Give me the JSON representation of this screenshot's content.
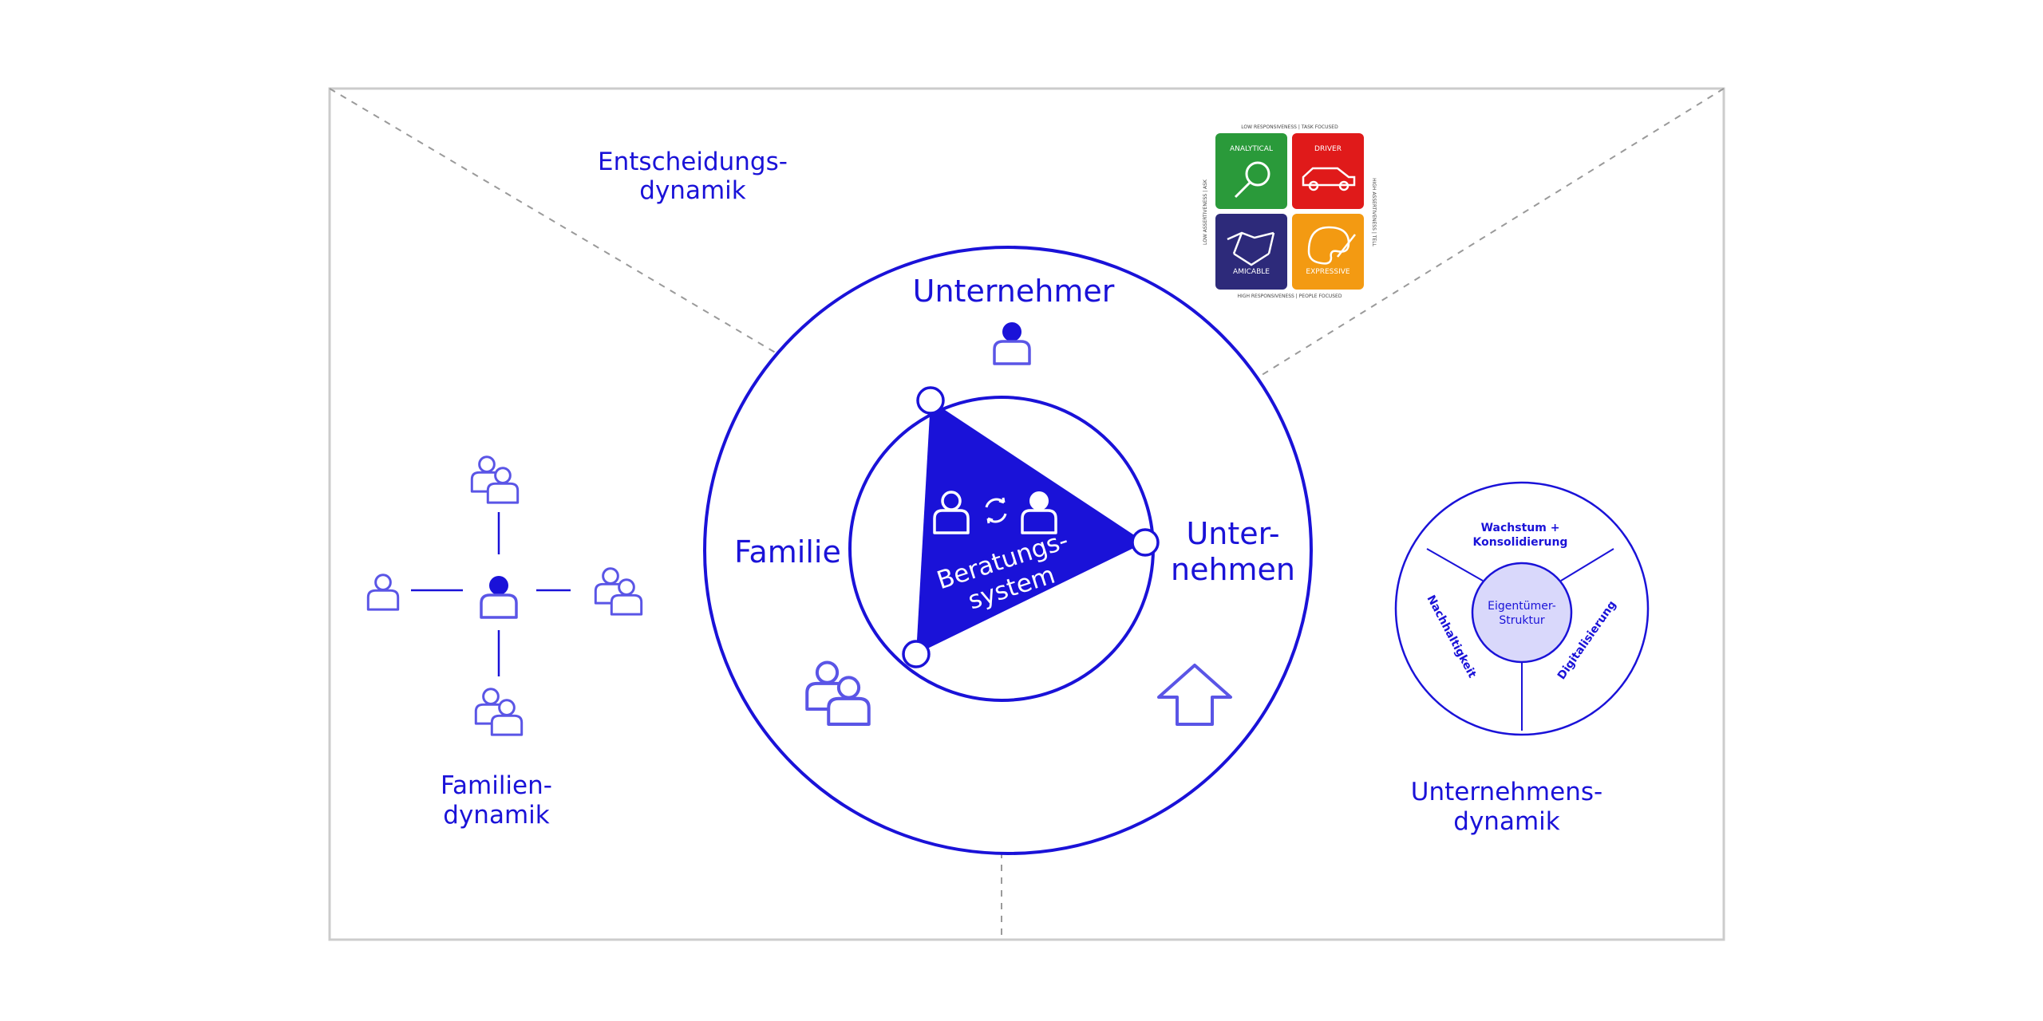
{
  "colors": {
    "primary": "#1a12d8",
    "primary_light": "#5a55e6",
    "soft_fill": "#d9d8fb",
    "frame": "#cccccc",
    "dashed": "#9a9a9a",
    "analytical": "#2a9a3a",
    "driver": "#e01a1a",
    "amicable": "#2d2a7a",
    "expressive": "#f39a12"
  },
  "corners": {
    "decision_line1": "Entscheidungs-",
    "decision_line2": "dynamik",
    "family_line1": "Familien-",
    "family_line2": "dynamik",
    "company_line1": "Unternehmens-",
    "company_line2": "dynamik"
  },
  "ring": {
    "top_label": "Unternehmer",
    "left_label": "Familie",
    "right_line1": "Unter-",
    "right_line2": "nehmen"
  },
  "triangle": {
    "line1": "Beratungs-",
    "line2": "system"
  },
  "matrix": {
    "top_caption": "LOW RESPONSIVENESS | TASK FOCUSED",
    "bottom_caption": "HIGH RESPONSIVENESS | PEOPLE FOCUSED",
    "left_caption": "LOW ASSERTIVENESS | ASK",
    "right_caption": "HIGH ASSERTIVENESS | TELL",
    "quadrants": [
      "ANALYTICAL",
      "DRIVER",
      "AMICABLE",
      "EXPRESSIVE"
    ]
  },
  "wheel": {
    "center_line1": "Eigentümer-",
    "center_line2": "Struktur",
    "top_line1": "Wachstum +",
    "top_line2": "Konsolidierung",
    "left_label": "Nachhaltigkeit",
    "right_label": "Digitalisierung"
  },
  "icons": {
    "entrepreneur": "person-filled-head-icon",
    "consultant": "person-outline-icon",
    "client": "person-filled-head-icon",
    "sync": "sync-arrows-icon",
    "family": "group-icon",
    "company": "house-arrow-icon"
  }
}
